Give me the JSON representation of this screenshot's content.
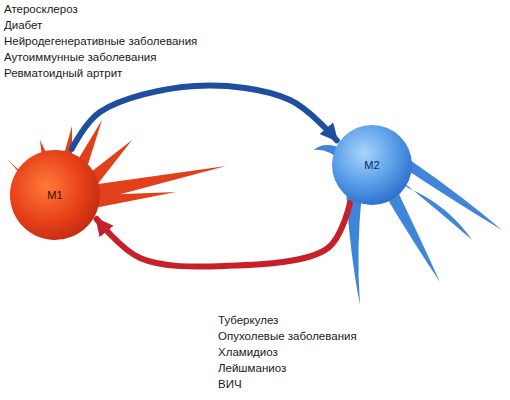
{
  "diagram": {
    "nodes": [
      {
        "text": [
          "M1"
        ]
      },
      {
        "text": [
          "M2"
        ]
      }
    ],
    "edges": [
      {
        "from": 0,
        "to": 1,
        "arrow": "to"
      },
      {
        "from": 1,
        "to": 0,
        "arrow": "to"
      }
    ],
    "labels": [
      "Атеросклероз",
      "Диабет",
      "Нейродегенеративные заболевания",
      "Аутоиммунные заболевания",
      "Ревматоидный артрит",
      "Туберкулез",
      "Опухолевые заболевания",
      "Хламидиоз",
      "Лейшманиоз",
      "ВИЧ"
    ]
  }
}
